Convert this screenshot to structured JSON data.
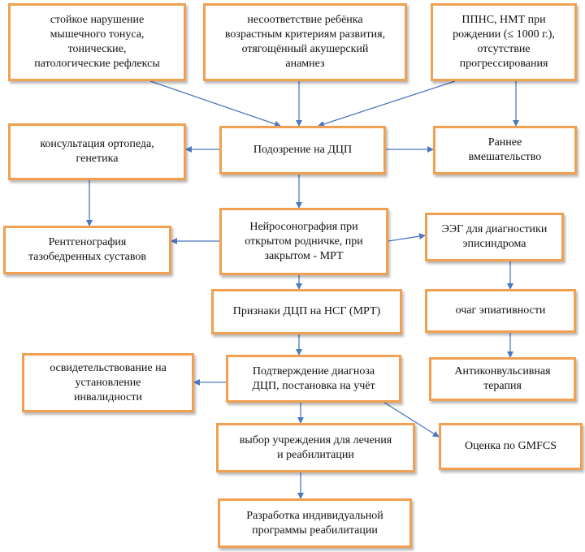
{
  "boxes": {
    "b1": "стойкое нарушение\nмышечного тонуса,\nтонические,\nпатологические рефлексы",
    "b2": "несоответствие ребёнка\nвозрастным критериям развития,\nотягощённый акушерский\nанамнез",
    "b3": "ППНС, НМТ при\nрождении (≤ 1000 г.),\nотсутствие\nпрогрессирования",
    "b4": "консультация ортопеда,\nгенетика",
    "b5": "Подозрение на ДЦП",
    "b6": "Раннее\nвмешательство",
    "b7": "Рентгенография\nтазобедренных суставов",
    "b8": "Нейросонография при\nоткрытом родничке, при\nзакрытом - МРТ",
    "b9": "ЭЭГ для диагностики\nэписиндрома",
    "b10": "Признаки ДЦП на НСГ (МРТ)",
    "b11": "очаг эпиативности",
    "b12": "освидетельствование на\nустановление\nинвалидности",
    "b13": "Подтверждение диагноза\nДЦП, постановка на учёт",
    "b14": "Антиконвульсивная\nтерапия",
    "b15": "выбор учреждения для лечения\nи реабилитации",
    "b16": "Оценка по GMFCS",
    "b17": "Разработка индивидуальной\nпрограммы реабилитации"
  },
  "colors": {
    "box_border": "#f0a050",
    "arrow": "#4a78c4"
  }
}
